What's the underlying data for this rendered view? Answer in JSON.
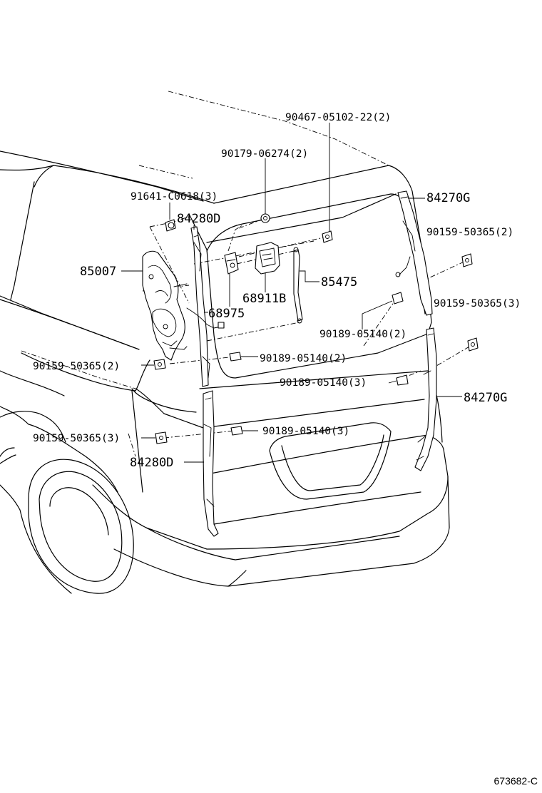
{
  "callouts": {
    "c_90467": "90467-05102-22(2)",
    "c_90179": "90179-06274(2)",
    "c_91641": "91641-C0618(3)",
    "c_84270g_top": "84270G",
    "c_84280d_top": "84280D",
    "c_90159_r2": "90159-50365(2)",
    "c_85007": "85007",
    "c_85475": "85475",
    "c_68911b": "68911B",
    "c_90159_r3": "90159-50365(3)",
    "c_68975": "68975",
    "c_90189_r2": "90189-05140(2)",
    "c_90159_l2": "90159-50365(2)",
    "c_90189_c2": "90189-05140(2)",
    "c_90189_r3": "90189-05140(3)",
    "c_84270g_bottom": "84270G",
    "c_90159_l3": "90159-50365(3)",
    "c_90189_c3": "90189-05140(3)",
    "c_84280d_bottom": "84280D"
  },
  "reference_id": "673682-C"
}
